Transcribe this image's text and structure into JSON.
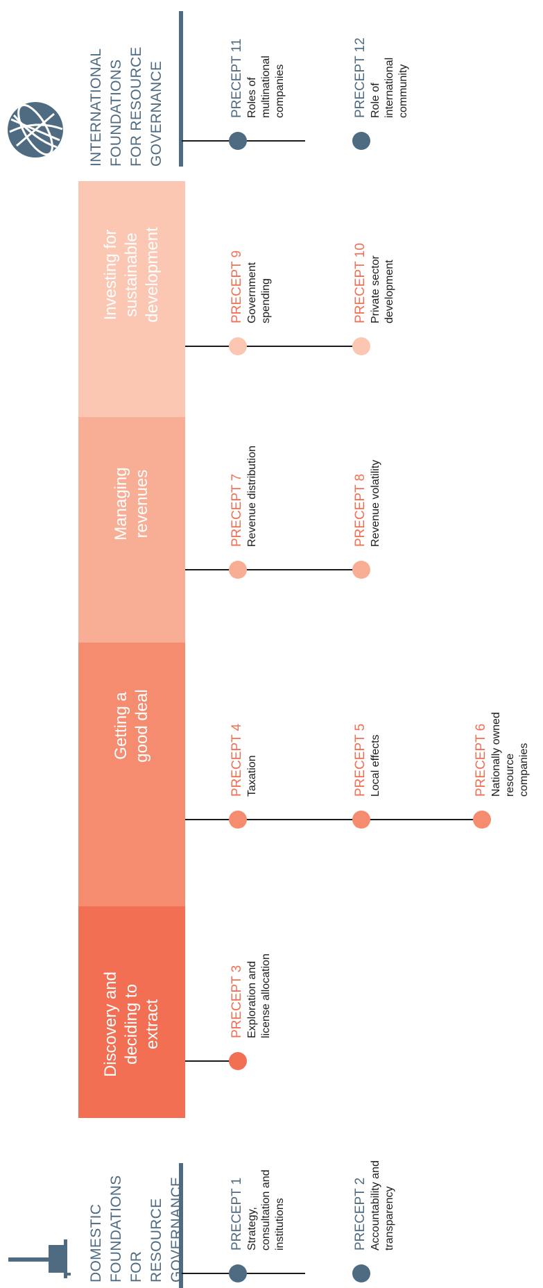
{
  "colors": {
    "navy": "#4e6b82",
    "stage1": "#f36f54",
    "stage2": "#f58c6f",
    "stage3": "#f8ae95",
    "stage4": "#fbc6b2",
    "precept_text": "#f36f54",
    "line": "#1a1a1a"
  },
  "domestic": {
    "icon": "bank-building-icon",
    "heading_lines": [
      "DOMESTIC",
      "FOUNDATIONS",
      "FOR RESOURCE",
      "GOVERNANCE"
    ]
  },
  "international": {
    "icon": "globe-icon",
    "heading_lines": [
      "INTERNATIONAL",
      "FOUNDATIONS",
      "FOR RESOURCE",
      "GOVERNANCE"
    ]
  },
  "stages": [
    {
      "label_lines": [
        "Discovery and",
        "deciding to",
        "extract"
      ]
    },
    {
      "label_lines": [
        "Getting a",
        "good deal"
      ]
    },
    {
      "label_lines": [
        "Managing",
        "revenues"
      ]
    },
    {
      "label_lines": [
        "Investing for",
        "sustainable",
        "development"
      ]
    }
  ],
  "precepts": {
    "p1": {
      "title": "PRECEPT 1",
      "desc": [
        "Strategy,",
        "consultation and",
        "institutions"
      ]
    },
    "p2": {
      "title": "PRECEPT 2",
      "desc": [
        "Accountability and",
        "transparency"
      ]
    },
    "p3": {
      "title": "PRECEPT 3",
      "desc": [
        "Exploration and",
        "license allocation"
      ]
    },
    "p4": {
      "title": "PRECEPT 4",
      "desc": [
        "Taxation"
      ]
    },
    "p5": {
      "title": "PRECEPT 5",
      "desc": [
        "Local effects"
      ]
    },
    "p6": {
      "title": "PRECEPT 6",
      "desc": [
        "Nationally owned",
        "resource",
        "companies"
      ]
    },
    "p7": {
      "title": "PRECEPT 7",
      "desc": [
        "Revenue distribution"
      ]
    },
    "p8": {
      "title": "PRECEPT 8",
      "desc": [
        "Revenue volatility"
      ]
    },
    "p9": {
      "title": "PRECEPT 9",
      "desc": [
        "Government",
        "spending"
      ]
    },
    "p10": {
      "title": "PRECEPT 10",
      "desc": [
        "Private sector",
        "development"
      ]
    },
    "p11": {
      "title": "PRECEPT 11",
      "desc": [
        "Roles of",
        "multinational",
        "companies"
      ]
    },
    "p12": {
      "title": "PRECEPT 12",
      "desc": [
        "Role of",
        "international",
        "community"
      ]
    }
  }
}
